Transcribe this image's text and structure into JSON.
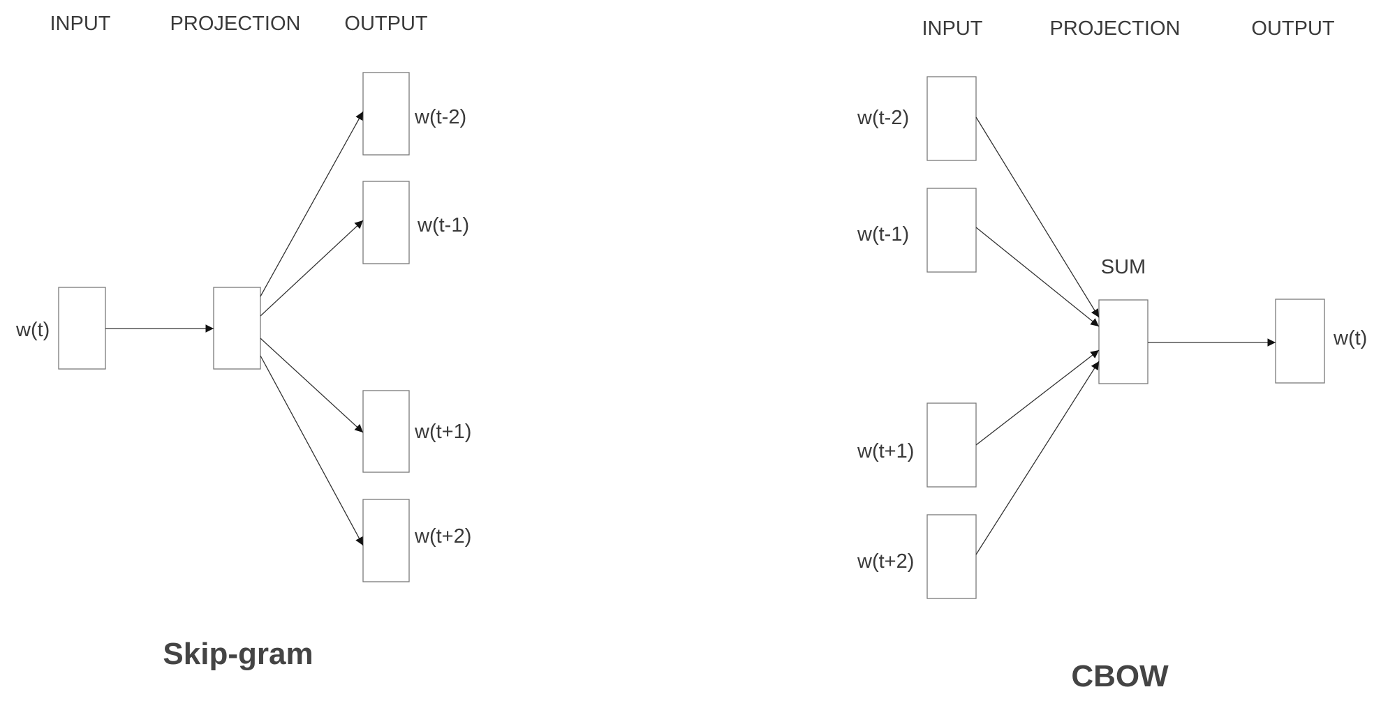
{
  "skipgram": {
    "headers": {
      "input": "INPUT",
      "projection": "PROJECTION",
      "output": "OUTPUT"
    },
    "input_word": "w(t)",
    "outputs": [
      "w(t-2)",
      "w(t-1)",
      "w(t+1)",
      "w(t+2)"
    ],
    "title": "Skip-gram"
  },
  "cbow": {
    "headers": {
      "input": "INPUT",
      "projection": "PROJECTION",
      "output": "OUTPUT"
    },
    "inputs": [
      "w(t-2)",
      "w(t-1)",
      "w(t+1)",
      "w(t+2)"
    ],
    "sum_label": "SUM",
    "output_word": "w(t)",
    "title": "CBOW"
  }
}
